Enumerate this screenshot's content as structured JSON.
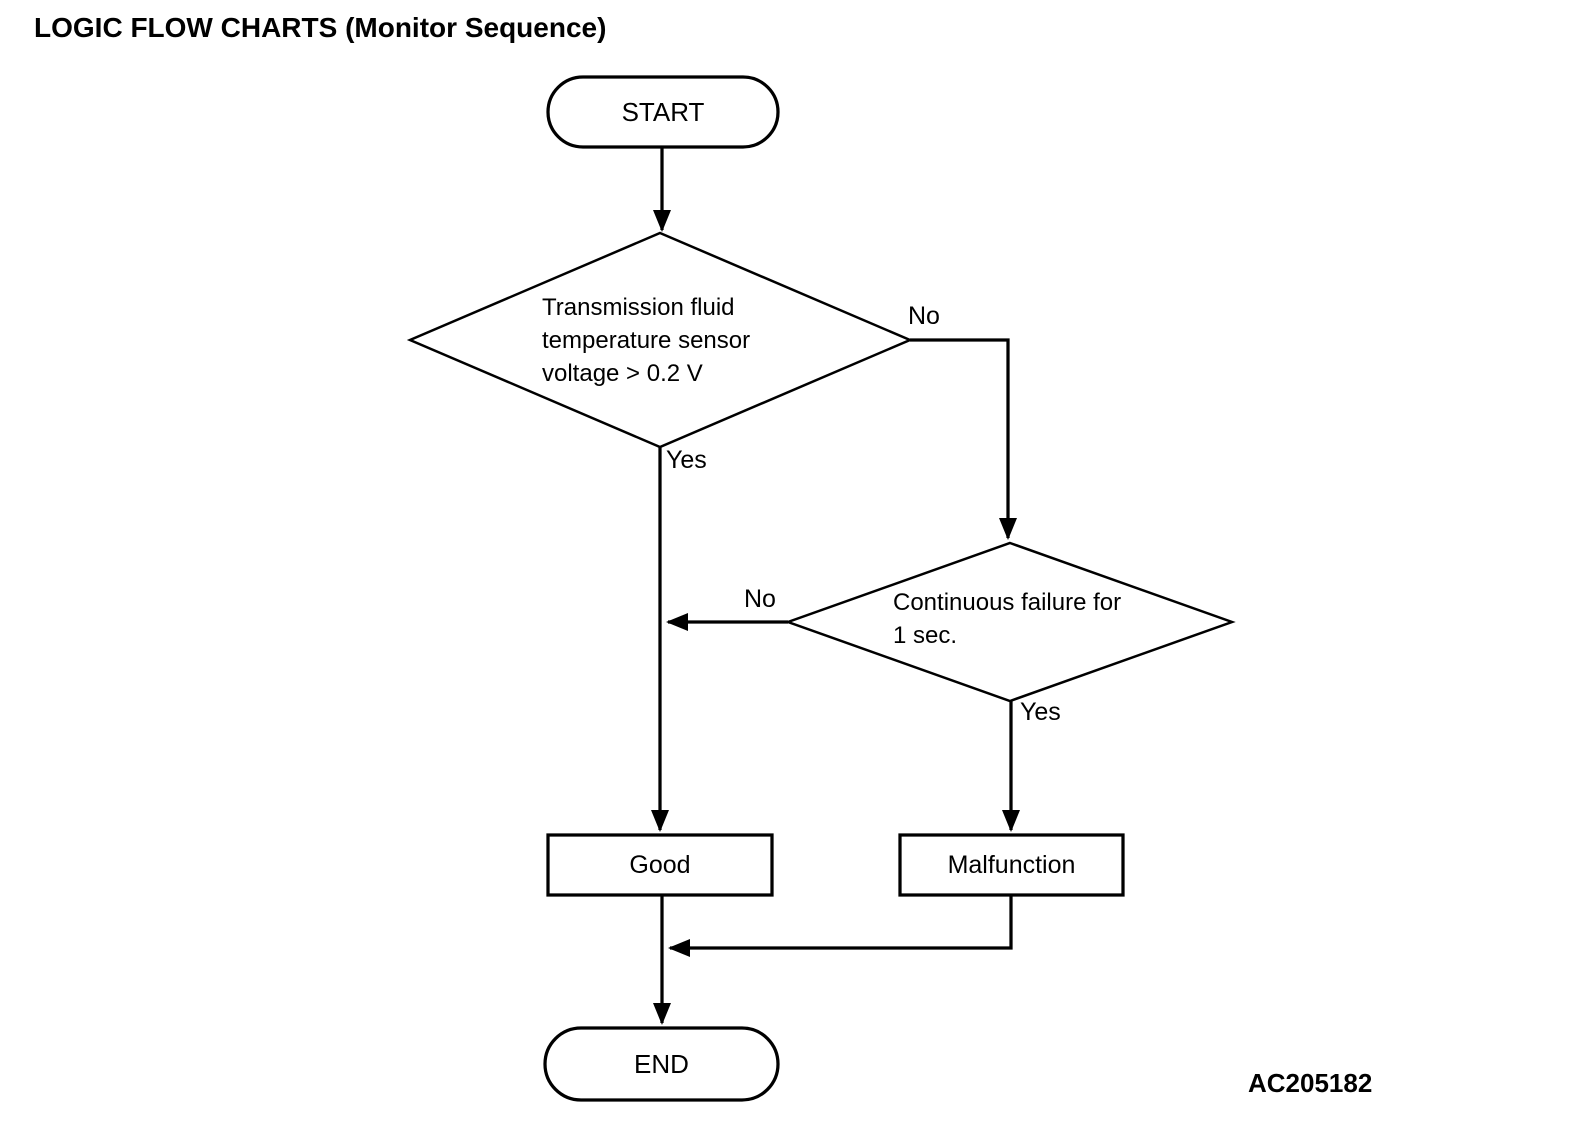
{
  "title": "LOGIC FLOW CHARTS (Monitor Sequence)",
  "figure_code": "AC205182",
  "flowchart": {
    "nodes": {
      "start": {
        "shape": "terminator",
        "label": "START"
      },
      "decision_fluid_temp": {
        "shape": "decision",
        "label": "Transmission fluid temperature sensor voltage > 0.2 V"
      },
      "decision_continuous_failure": {
        "shape": "decision",
        "label": "Continuous failure for 1 sec."
      },
      "good": {
        "shape": "process",
        "label": "Good"
      },
      "malfunction": {
        "shape": "process",
        "label": "Malfunction"
      },
      "end": {
        "shape": "terminator",
        "label": "END"
      }
    },
    "edge_labels": {
      "decision_fluid_temp_no": "No",
      "decision_fluid_temp_yes": "Yes",
      "decision_continuous_failure_no": "No",
      "decision_continuous_failure_yes": "Yes"
    },
    "connections": [
      {
        "from": "start",
        "to": "decision_fluid_temp",
        "label": ""
      },
      {
        "from": "decision_fluid_temp",
        "to": "decision_continuous_failure",
        "label": "No"
      },
      {
        "from": "decision_fluid_temp",
        "to": "good",
        "label": "Yes"
      },
      {
        "from": "decision_continuous_failure",
        "to": "good_branch_line",
        "label": "No"
      },
      {
        "from": "decision_continuous_failure",
        "to": "malfunction",
        "label": "Yes"
      },
      {
        "from": "good",
        "to": "end",
        "label": ""
      },
      {
        "from": "malfunction",
        "to": "end",
        "label": ""
      }
    ],
    "colors": {
      "line": "#000000",
      "background": "#ffffff",
      "text": "#000000"
    }
  }
}
